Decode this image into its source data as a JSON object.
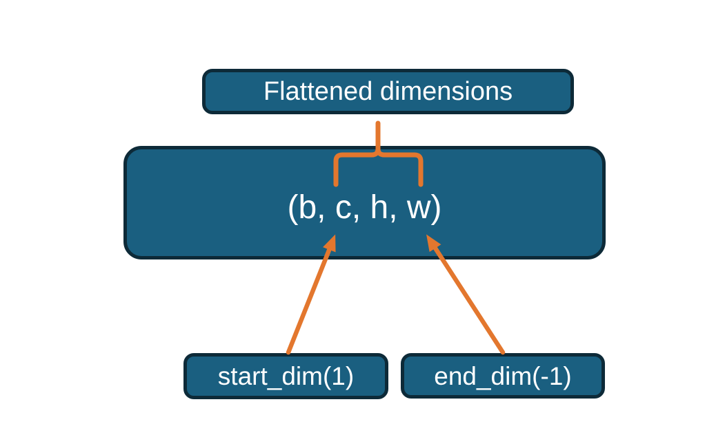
{
  "colors": {
    "box_fill": "#1A5F80",
    "box_border": "#0D2A38",
    "arrow": "#E3772E",
    "text": "#FFFFFF",
    "background": "#FFFFFF"
  },
  "boxes": {
    "flattened": {
      "label": "Flattened dimensions"
    },
    "tensor": {
      "label": "(b, c, h, w)"
    },
    "start_dim": {
      "label": "start_dim(1)"
    },
    "end_dim": {
      "label": "end_dim(-1)"
    }
  },
  "annotations": {
    "brace_spans": "c, h, w",
    "start_dim_arrow_points_to": "c",
    "end_dim_arrow_points_to": "w"
  }
}
